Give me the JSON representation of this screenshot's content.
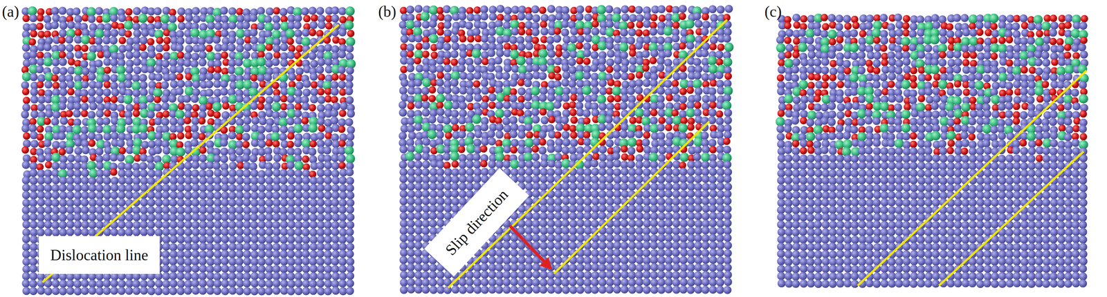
{
  "diagram": {
    "nodes": [
      {
        "text": [
          "Dislocation line"
        ]
      },
      {
        "text": [
          "Slip direction"
        ]
      }
    ],
    "labels": [
      "(a)",
      "(b)",
      "(c)"
    ]
  }
}
